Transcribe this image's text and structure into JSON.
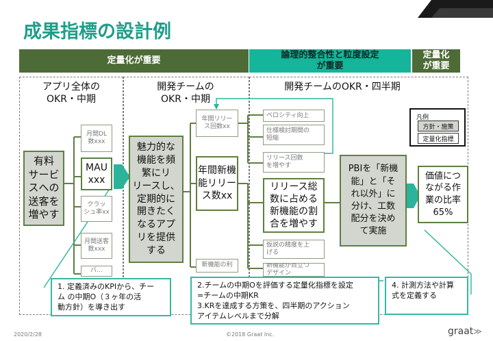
{
  "title": "成果指標の設計例",
  "bands": {
    "quant": "定量化が重要",
    "logic": "論理的整合性と粒度設定\nが重要",
    "quant2": "定量化\nが重要"
  },
  "columns": {
    "app": "アプリ全体の\nOKR・中期",
    "dev": "開発チームの\nOKR・中期",
    "quarter": "開発チームのOKR・四半期"
  },
  "legend": {
    "title": "凡例",
    "item1": "方針・施策",
    "item2": "定量化指標"
  },
  "boxes": {
    "goal": "有料\nサービ\nスへの\n送客を\n増やす",
    "mau": "MAU\nxxx",
    "monthly_dl": "月間DL\n数xxx",
    "crash": "クラッ\nシュ率xx",
    "monthly_send": "月間送客\n数xxx",
    "bottom_partial": "バ…",
    "objective": "魅力的な\n機能を頻\n繁にリ\nリースし、\n定期的に\n開きたく\nなるアプ\nリを提供\nする",
    "annual_release": "年間リリー\nス回数xx",
    "annual_new": "年間新機\n能リリー\nス数xx",
    "new_func_partial": "新機能の利",
    "velocity": "ベロシティ向上",
    "spec_short": "仕様検討期間の\n短縮",
    "release_up": "リリース回数\nを増やす",
    "kr_box": "リリース総\n数に占める\n新機能の割\n合を増やす",
    "hypo": "仮説の精度を上\nげる",
    "new_func_visible": "新機能が目立つ\nデザイン",
    "pbi": "PBIを「新機\n能」と「そ\nれ以外」に\n分け、工数\n配分を決め\nて実施",
    "value": "価値につ\nながる作\n業の比率\n65%"
  },
  "notes": {
    "n1": "1. 定義済みのKPIから、チー\nム の中期O（３ヶ年の活\n動方針）を導き出す",
    "n2": "2.チームの中期Oを評価する定量化指標を設定\n=チームの中期KR\n3.KRを達成する方策を、四半期のアクション\nアイテムレベルまで分解",
    "n4": "4. 計測方法や計算\n式を定義する"
  },
  "footer": {
    "date": "2020/2/28",
    "copyright": "©2018 Graat Inc.",
    "brand": "graat"
  },
  "colors": {
    "title_teal": "#1e9e8a",
    "band_green": "#4d6b37",
    "band_teal": "#14b59a",
    "box_green_border": "#5d7f42",
    "arrow_teal": "#2bb39b"
  }
}
